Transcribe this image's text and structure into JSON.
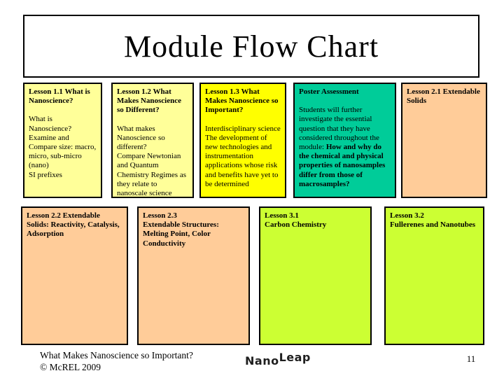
{
  "title": "Module Flow Chart",
  "palette": {
    "pale_yellow": "#FFFF99",
    "bright_yellow": "#FFFF00",
    "teal": "#00CC99",
    "peach": "#FFCC99",
    "green_yellow": "#CCFF33",
    "border": "#000000",
    "background": "#FFFFFF"
  },
  "row1": [
    {
      "color": "#FFFF99",
      "title": "Lesson 1.1 What is Nanoscience?",
      "body": "What is Nanoscience?\nExamine and Compare size: macro, micro,  sub-micro (nano)\nSI prefixes"
    },
    {
      "color": "#FFFF99",
      "title": "Lesson 1.2 What Makes  Nanoscience so Different?",
      "body": "What makes Nanoscience so different?\nCompare Newtonian and Quantum Chemistry Regimes as they relate to nanoscale science"
    },
    {
      "color": "#FFFF00",
      "title": "Lesson 1.3  What Makes Nanoscience so Important?",
      "body": "Interdisciplinary science\nThe development of new technologies and instrumentation applications whose risk and benefits have yet to be determined"
    },
    {
      "color": "#00CC99",
      "title": "Poster Assessment",
      "body": "Students will further investigate the essential question that they have considered throughout the module: ",
      "body_bold": "How and why do the chemical and physical properties of nanosamples differ from those of macrosamples?"
    },
    {
      "color": "#FFCC99",
      "title": "Lesson 2.1 Extendable Solids"
    }
  ],
  "row2": [
    {
      "color": "#FFCC99",
      "title": "Lesson 2.2 Extendable Solids: Reactivity, Catalysis, Adsorption"
    },
    {
      "color": "#FFCC99",
      "title": "Lesson 2.3\nExtendable Structures: Melting Point, Color Conductivity"
    },
    {
      "color": "#CCFF33",
      "title": "Lesson 3.1\nCarbon Chemistry"
    },
    {
      "color": "#CCFF33",
      "title": "Lesson 3.2\nFullerenes and Nanotubes"
    }
  ],
  "footer": {
    "credit": "What Makes Nanoscience so Important?\n© McREL 2009",
    "logo_nano": "Nano",
    "logo_leap": "Leap",
    "page_number": "11"
  }
}
